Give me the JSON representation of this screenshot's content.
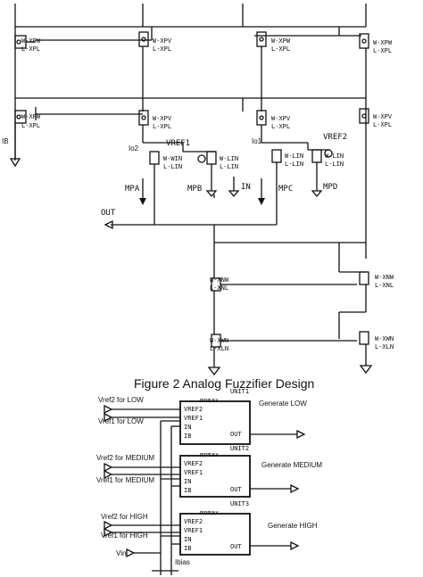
{
  "figure_caption": "Figure 2 Analog Fuzzifier Design",
  "top_circuit": {
    "left_pmos_params": [
      "W-XPW",
      "L-XPL"
    ],
    "pmos_params": [
      "W-XPV",
      "L-XPL"
    ],
    "pmos_params_alt": [
      "W-XPW",
      "L-XPL"
    ],
    "nmos_small_params": [
      "W-WIN",
      "L-LIN"
    ],
    "nmos_small_params_alt": [
      "W-LIN",
      "L-LIN"
    ],
    "nmos_small_params_b": [
      "W-LIN",
      "L-LIN"
    ],
    "nmos_small_params_c": [
      "W-LIN",
      "L-LIN"
    ],
    "nmos_mirror_params_top": [
      "W-XNW",
      "L-XNL"
    ],
    "nmos_mirror_params_bottom": [
      "W-XWN",
      "L-XLN"
    ],
    "nmos_mirror_params_right_top": [
      "W-XNW",
      "L-XNL"
    ],
    "nmos_mirror_params_right_bottom": [
      "W-XWN",
      "L-XLN"
    ],
    "labels": {
      "ib": "IB",
      "io2": "Io2",
      "io1": "Io1",
      "vref1": "VREF1",
      "vref2": "VREF2",
      "mpa": "MPA",
      "mpb": "MPB",
      "in": "IN",
      "mpc": "MPC",
      "mpd": "MPD",
      "out": "OUT"
    }
  },
  "bottom_circuit": {
    "units": [
      {
        "unit_label": "UNIT1",
        "block_title": "mnmax",
        "pins_left": [
          "VREF2",
          "VREF1",
          "IN",
          "IB"
        ],
        "pin_out": "OUT",
        "inputs": [
          "Vref2 for LOW",
          "Vref1 for LOW"
        ],
        "output_label": "Generate LOW"
      },
      {
        "unit_label": "UNIT2",
        "block_title": "mnmax",
        "pins_left": [
          "VREF2",
          "VREF1",
          "IN",
          "IB"
        ],
        "pin_out": "OUT",
        "inputs": [
          "Vref2 for MEDIUM",
          "Vref1 for MEDIUM"
        ],
        "output_label": "Generate MEDIUM"
      },
      {
        "unit_label": "UNIT3",
        "block_title": "mnmax",
        "pins_left": [
          "VREF2",
          "VREF1",
          "IN",
          "IB"
        ],
        "pin_out": "OUT",
        "inputs": [
          "Vref2 for HIGH",
          "Vref1 for HIGH"
        ],
        "output_label": "Generate HIGH"
      }
    ],
    "vin_label": "Vin",
    "ibias_label": "Ibias"
  }
}
